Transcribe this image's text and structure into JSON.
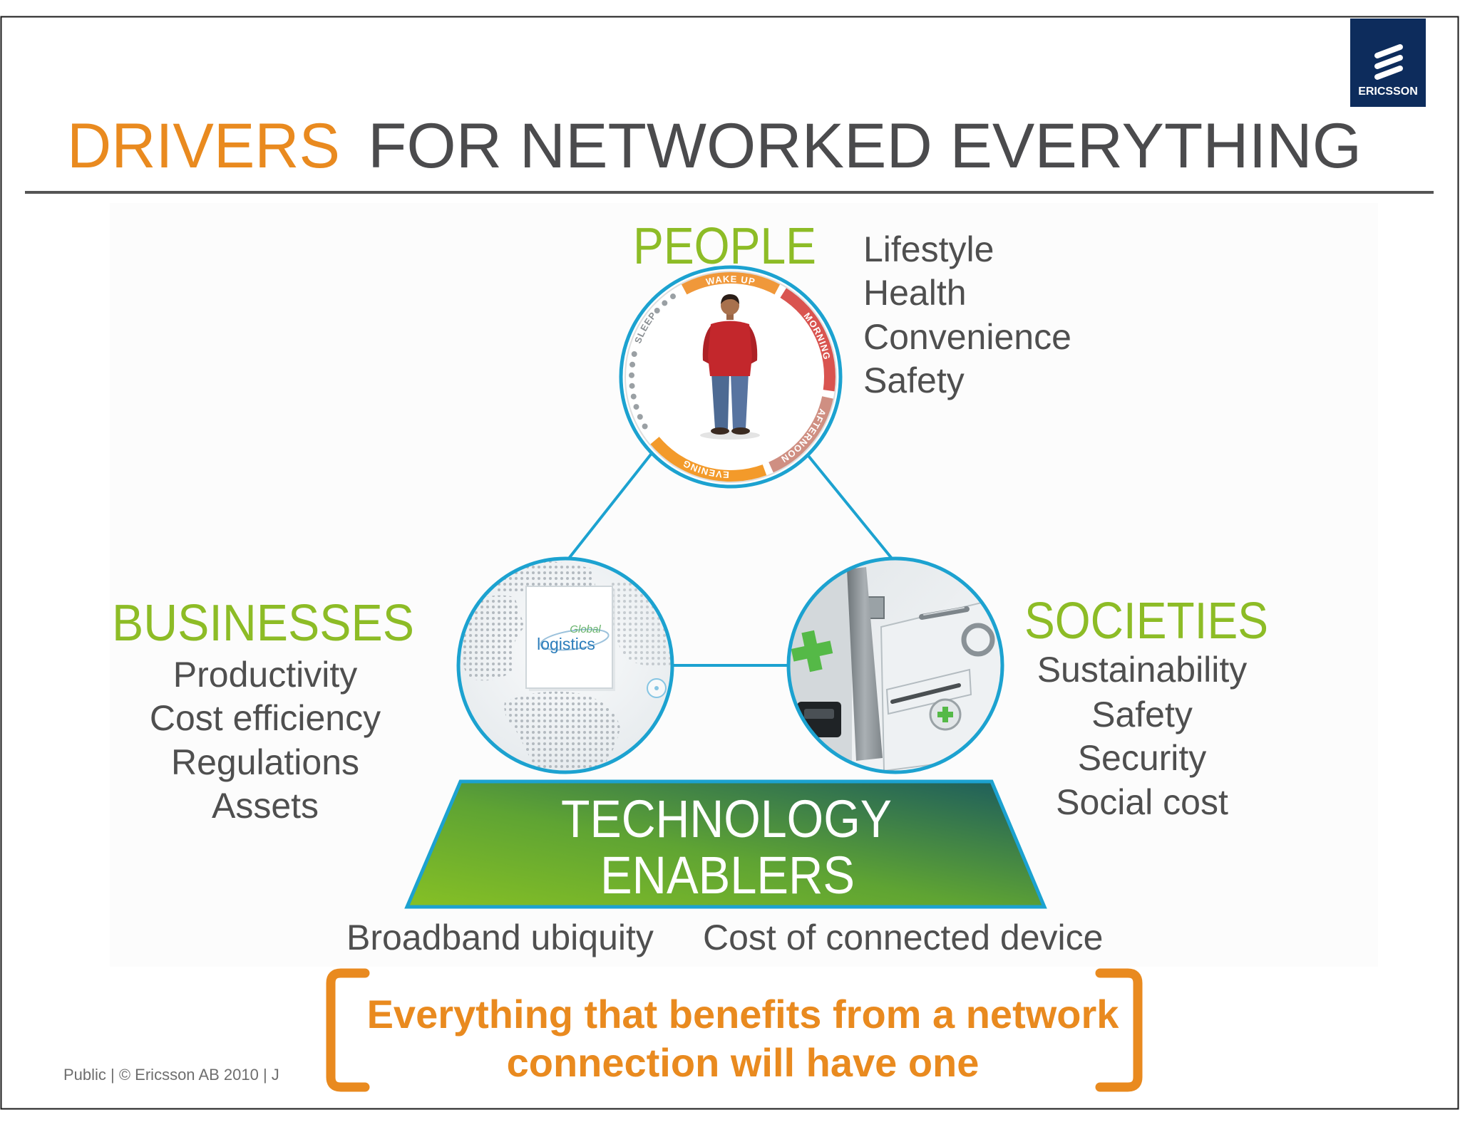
{
  "slide": {
    "title": {
      "accent": "DRIVERS",
      "rest": "FOR NETWORKED EVERYTHING"
    },
    "logo_text": "ERICSSON",
    "footer": "Public | © Ericsson AB 2010 | J"
  },
  "people": {
    "heading": "PEOPLE",
    "items": [
      "Lifestyle",
      "Health",
      "Convenience",
      "Safety"
    ],
    "ring_labels": {
      "wake_up": "WAKE UP",
      "morning": "MORNING",
      "afternoon": "AFTERNOON",
      "evening": "EVENING",
      "sleep": "SLEEP"
    }
  },
  "businesses": {
    "heading": "BUSINESSES",
    "items": [
      "Productivity",
      "Cost efficiency",
      "Regulations",
      "Assets"
    ],
    "card": {
      "line1": "Global",
      "line2": "logistics"
    }
  },
  "societies": {
    "heading": "SOCIETIES",
    "items": [
      "Sustainability",
      "Safety",
      "Security",
      "Social cost"
    ]
  },
  "technology": {
    "line1": "TECHNOLOGY",
    "line2": "ENABLERS",
    "enablers": [
      "Broadband ubiquity",
      "Cost of connected device"
    ]
  },
  "conclusion": {
    "line1": "Everything that benefits from a network",
    "line2": "connection will have one"
  },
  "colors": {
    "accent_orange": "#e98a1f",
    "title_gray": "#4b4b4d",
    "heading_green": "#8dbc26",
    "line_blue": "#1ca2d0",
    "body_gray": "#4f4f4f",
    "logo_navy": "#0d2c5c",
    "footer_gray": "#6e6e6e"
  },
  "icons": {
    "logo": "ericsson-logo-icon",
    "people_image": "person-daily-cycle-icon",
    "businesses_image": "world-map-logistics-icon",
    "societies_image": "device-green-cross-icon"
  }
}
